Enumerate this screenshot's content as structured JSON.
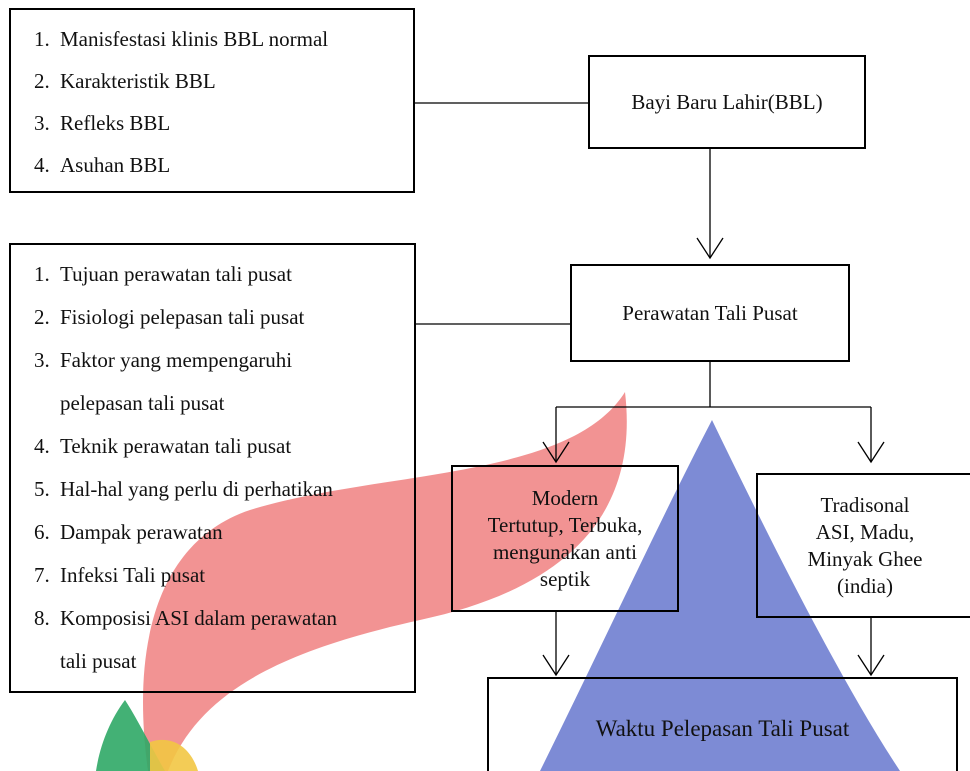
{
  "bbl_topics": {
    "items": [
      {
        "num": "1.",
        "text": "Manisfestasi klinis BBL normal"
      },
      {
        "num": "2.",
        "text": "Karakteristik BBL"
      },
      {
        "num": "3.",
        "text": "Refleks BBL"
      },
      {
        "num": "4.",
        "text": "Asuhan BBL"
      }
    ]
  },
  "nodes": {
    "bbl": "Bayi Baru Lahir(BBL)",
    "perawatan": "Perawatan Tali Pusat",
    "modern": {
      "title": "Modern",
      "lines": [
        "Tertutup, Terbuka,",
        "mengunakan anti",
        "septik"
      ]
    },
    "tradisional": {
      "title": "Tradisonal",
      "lines": [
        "ASI, Madu,",
        "Minyak Ghee",
        "(india)"
      ]
    },
    "waktu": "Waktu Pelepasan Tali Pusat"
  },
  "tali_pusat_topics": {
    "items": [
      {
        "num": "1.",
        "text": "Tujuan perawatan tali pusat"
      },
      {
        "num": "2.",
        "text": "Fisiologi pelepasan tali pusat"
      },
      {
        "num": "3.",
        "text": "Faktor yang mempengaruhi",
        "cont": "pelepasan tali pusat"
      },
      {
        "num": "4.",
        "text": "Teknik perawatan tali pusat"
      },
      {
        "num": "5.",
        "text": "Hal-hal yang perlu di perhatikan"
      },
      {
        "num": "6.",
        "text": "Dampak perawatan"
      },
      {
        "num": "7.",
        "text": "Infeksi Tali pusat"
      },
      {
        "num": "8.",
        "text": "Komposisi ASI dalam perawatan",
        "cont": "tali pusat"
      }
    ]
  },
  "colors": {
    "watermark_red": "#f08080",
    "watermark_blue": "#6f7ed0",
    "watermark_green": "#2fa866",
    "watermark_yellow": "#f2c744",
    "line": "#000000"
  }
}
